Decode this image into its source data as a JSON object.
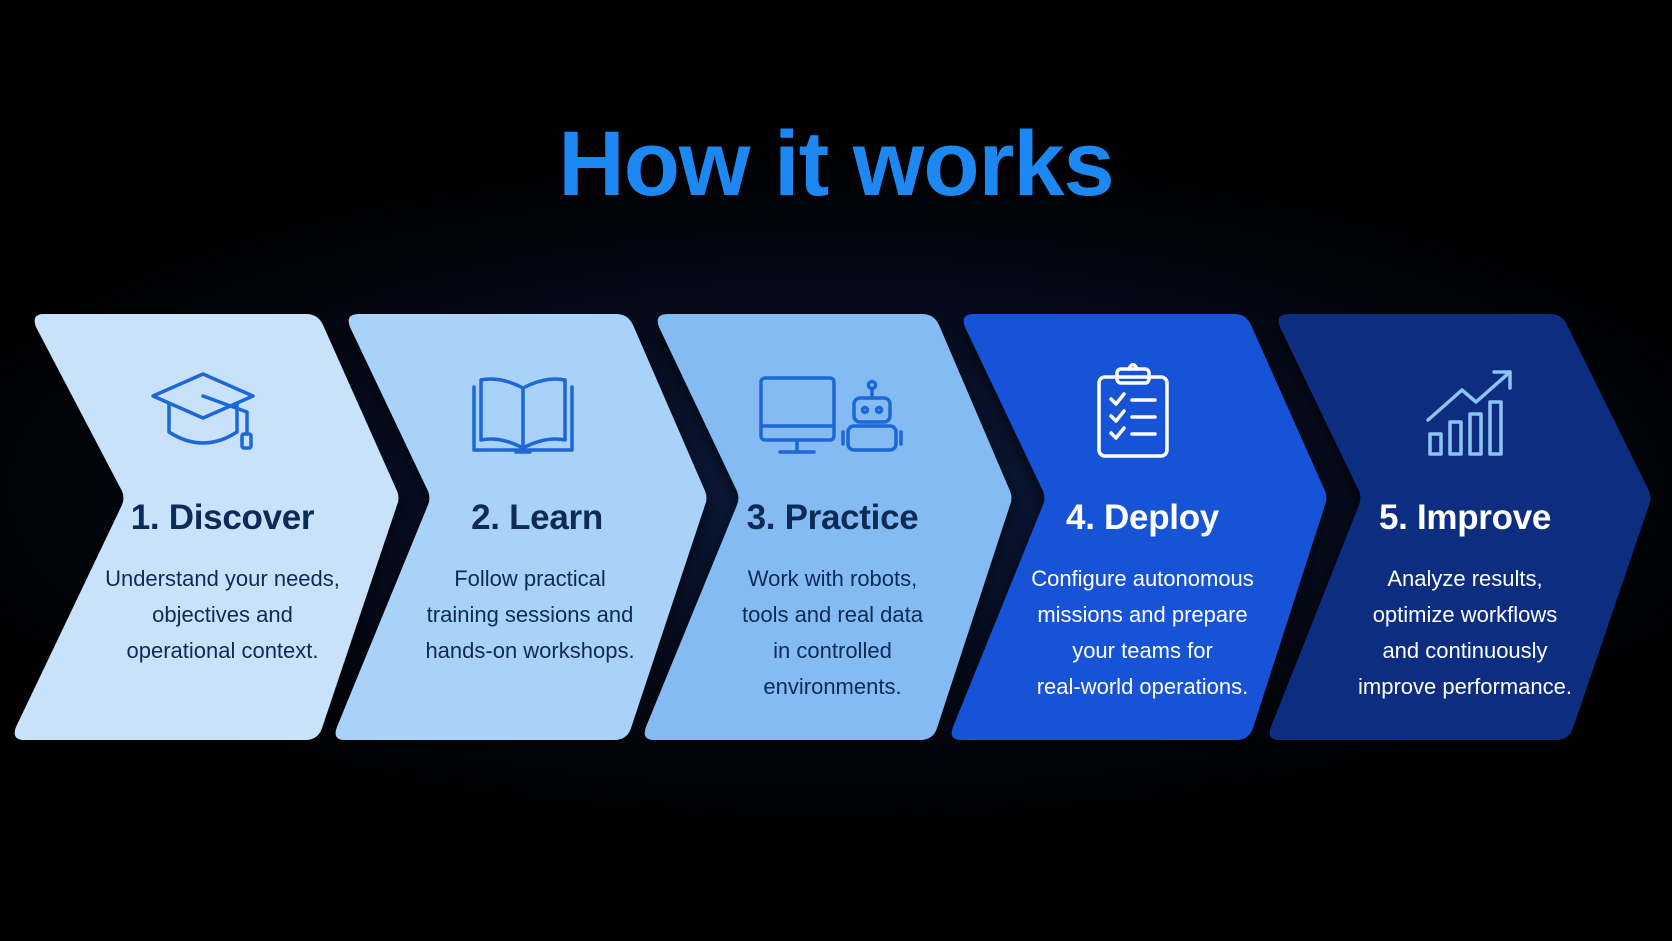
{
  "title": "How it works",
  "colors": {
    "title": "#1e88f2",
    "fills": [
      "#c9e2fb",
      "#a9d2f8",
      "#84bbf3",
      "#1452d6",
      "#0d2f80"
    ],
    "text": [
      "#0e2a57",
      "#0e2a57",
      "#0e2a57",
      "#ffffff",
      "#ffffff"
    ],
    "icon": [
      "#1f66d6",
      "#1f66d6",
      "#1f66d6",
      "#ffffff",
      "#8ec3f5"
    ]
  },
  "steps": [
    {
      "heading": "1. Discover",
      "description": "Understand your needs,\nobjectives and\noperational context.",
      "icon": "graduation-cap-icon"
    },
    {
      "heading": "2. Learn",
      "description": "Follow practical\ntraining sessions and\nhands-on workshops.",
      "icon": "open-book-icon"
    },
    {
      "heading": "3. Practice",
      "description": "Work with robots,\ntools and real data\nin controlled\nenvironments.",
      "icon": "computer-robot-icon"
    },
    {
      "heading": "4. Deploy",
      "description": "Configure autonomous\nmissions and prepare\nyour teams for\nreal-world operations.",
      "icon": "clipboard-checklist-icon"
    },
    {
      "heading": "5. Improve",
      "description": "Analyze results,\noptimize workflows\nand continuously\nimprove performance.",
      "icon": "growth-chart-icon"
    }
  ]
}
